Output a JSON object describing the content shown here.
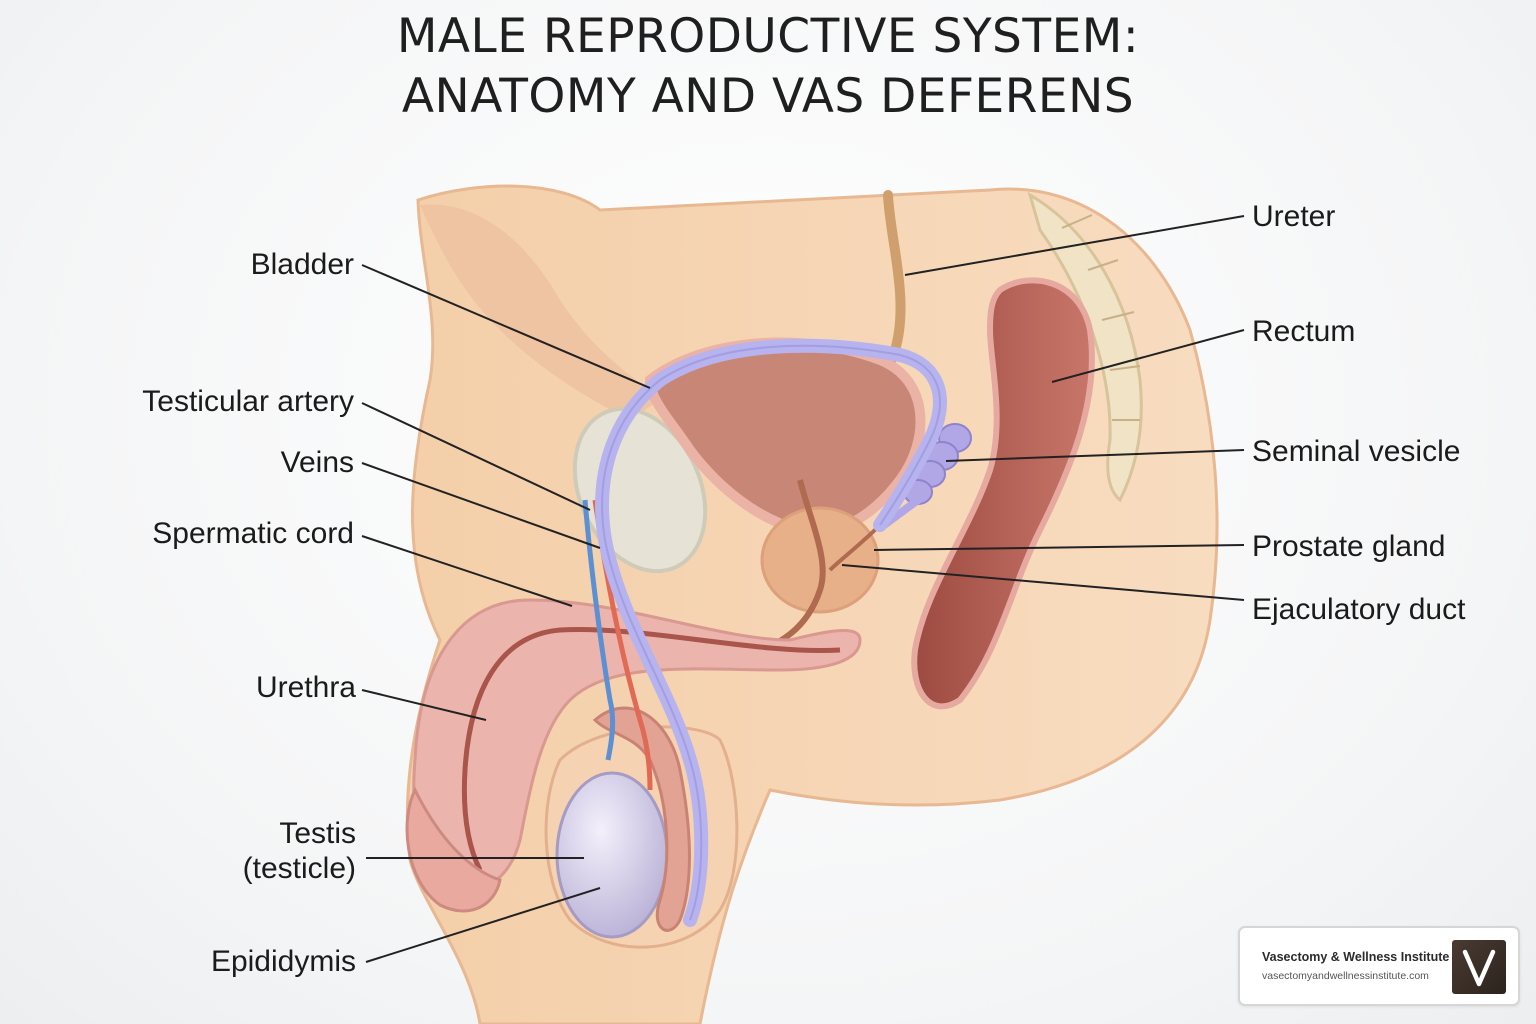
{
  "title": {
    "line1": "MALE REPRODUCTIVE SYSTEM:",
    "line2": "ANATOMY AND VAS DEFERENS"
  },
  "labels": {
    "bladder": "Bladder",
    "testicular_artery": "Testicular artery",
    "veins": "Veins",
    "spermatic_cord": "Spermatic cord",
    "urethra": "Urethra",
    "testis_line1": "Testis",
    "testis_line2": "(testicle)",
    "epididymis": "Epididymis",
    "ureter": "Ureter",
    "rectum": "Rectum",
    "seminal_vesicle": "Seminal vesicle",
    "prostate_gland": "Prostate gland",
    "ejaculatory_duct": "Ejaculatory duct"
  },
  "brand": {
    "name": "Vasectomy & Wellness Institute",
    "url": "vasectomyandwellnessinstitute.com"
  },
  "colors": {
    "skin": "#f6d7b6",
    "tissue": "#e9b0a8",
    "bladder": "#c98876",
    "vas_deferens": "#b7b3ee",
    "artery": "#e06a55",
    "vein": "#5d8fd3",
    "rectum": "#b5645a",
    "prostate": "#e8b088"
  }
}
